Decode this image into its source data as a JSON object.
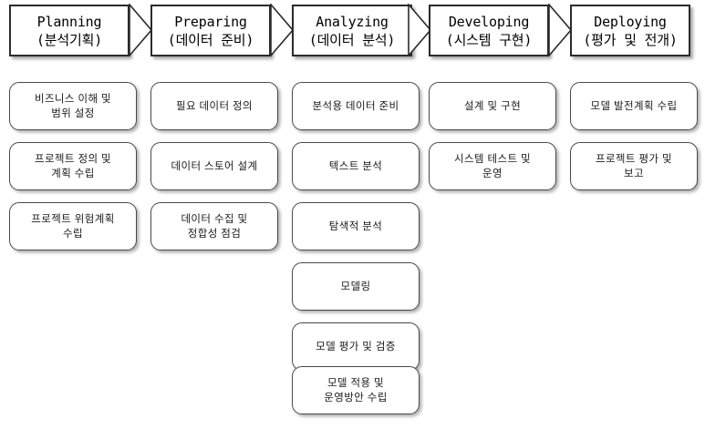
{
  "diagram": {
    "title_visible": false,
    "orientation": "left-to-right process flow",
    "colors": {
      "header_border": "#2b2b2b",
      "task_border": "#4a4a4a",
      "background": "#ffffff",
      "text": "#1a1a1a",
      "shadow": "rgba(0,0,0,0.30)"
    },
    "phases": [
      {
        "id": "planning",
        "english": "Planning",
        "korean": "(분석기획)",
        "arrow_after": "chevron-right",
        "tasks": [
          "비즈니스 이해 및\n범위 설정",
          "프로젝트 정의 및\n계획 수립",
          "프로젝트 위험계획\n수립"
        ]
      },
      {
        "id": "preparing",
        "english": "Preparing",
        "korean": "(데이터 준비)",
        "arrow_after": "chevron-right",
        "tasks": [
          "필요 데이터 정의",
          "데이터 스토어 설계",
          "데이터 수집 및\n정합성 점검"
        ]
      },
      {
        "id": "analyzing",
        "english": "Analyzing",
        "korean": "(데이터 분석)",
        "arrow_after": "chevron-right",
        "tasks": [
          "분석용 데이터 준비",
          "텍스트 분석",
          "탐색적 분석",
          "모델링",
          "모델 평가 및 검증",
          "모델 적용 및\n운영방안 수립"
        ]
      },
      {
        "id": "developing",
        "english": "Developing",
        "korean": "(시스템 구현)",
        "arrow_after": "chevron-right",
        "tasks": [
          "설계 및 구현",
          "시스템 테스트 및\n운영"
        ]
      },
      {
        "id": "deploying",
        "english": "Deploying",
        "korean": "(평가 및 전개)",
        "arrow_after": null,
        "tasks": [
          "모델 발전계획 수립",
          "프로젝트 평가 및\n보고"
        ]
      }
    ]
  }
}
